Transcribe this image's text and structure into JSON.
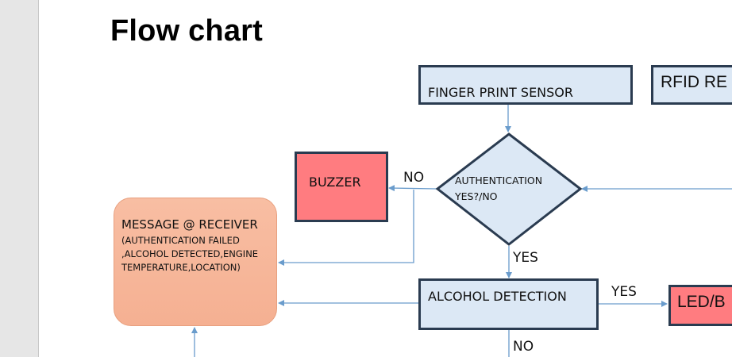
{
  "title": "Flow chart",
  "nodes": {
    "fingerprint": {
      "label": "FINGER PRINT SENSOR",
      "shape": "rectangle",
      "fill": "#dce8f5"
    },
    "rfid": {
      "label": "RFID RE",
      "shape": "rectangle",
      "fill": "#dce8f5"
    },
    "authentication": {
      "line1": "AUTHENTICATION",
      "line2": "YES?/NO",
      "shape": "diamond",
      "fill": "#dce8f5"
    },
    "buzzer": {
      "label": "BUZZER",
      "shape": "rectangle",
      "fill": "#ff7c80"
    },
    "alcohol": {
      "label": "ALCOHOL DETECTION",
      "shape": "rectangle",
      "fill": "#dce8f5"
    },
    "led": {
      "label": "LED/B",
      "shape": "rectangle",
      "fill": "#ff7c80"
    },
    "message": {
      "heading": "MESSAGE @ RECEIVER",
      "body": "(AUTHENTICATION FAILED\n,ALCOHOL DETECTED,ENGINE\nTEMPERATURE,LOCATION)",
      "shape": "rounded-rectangle",
      "fill": "#f7b89c"
    }
  },
  "edge_labels": {
    "auth_no": "NO",
    "auth_yes": "YES",
    "alcohol_yes": "YES",
    "alcohol_no": "NO"
  },
  "colors": {
    "border": "#2a3b50",
    "connector": "#6a9ccc",
    "gutter": "#e6e6e6"
  }
}
